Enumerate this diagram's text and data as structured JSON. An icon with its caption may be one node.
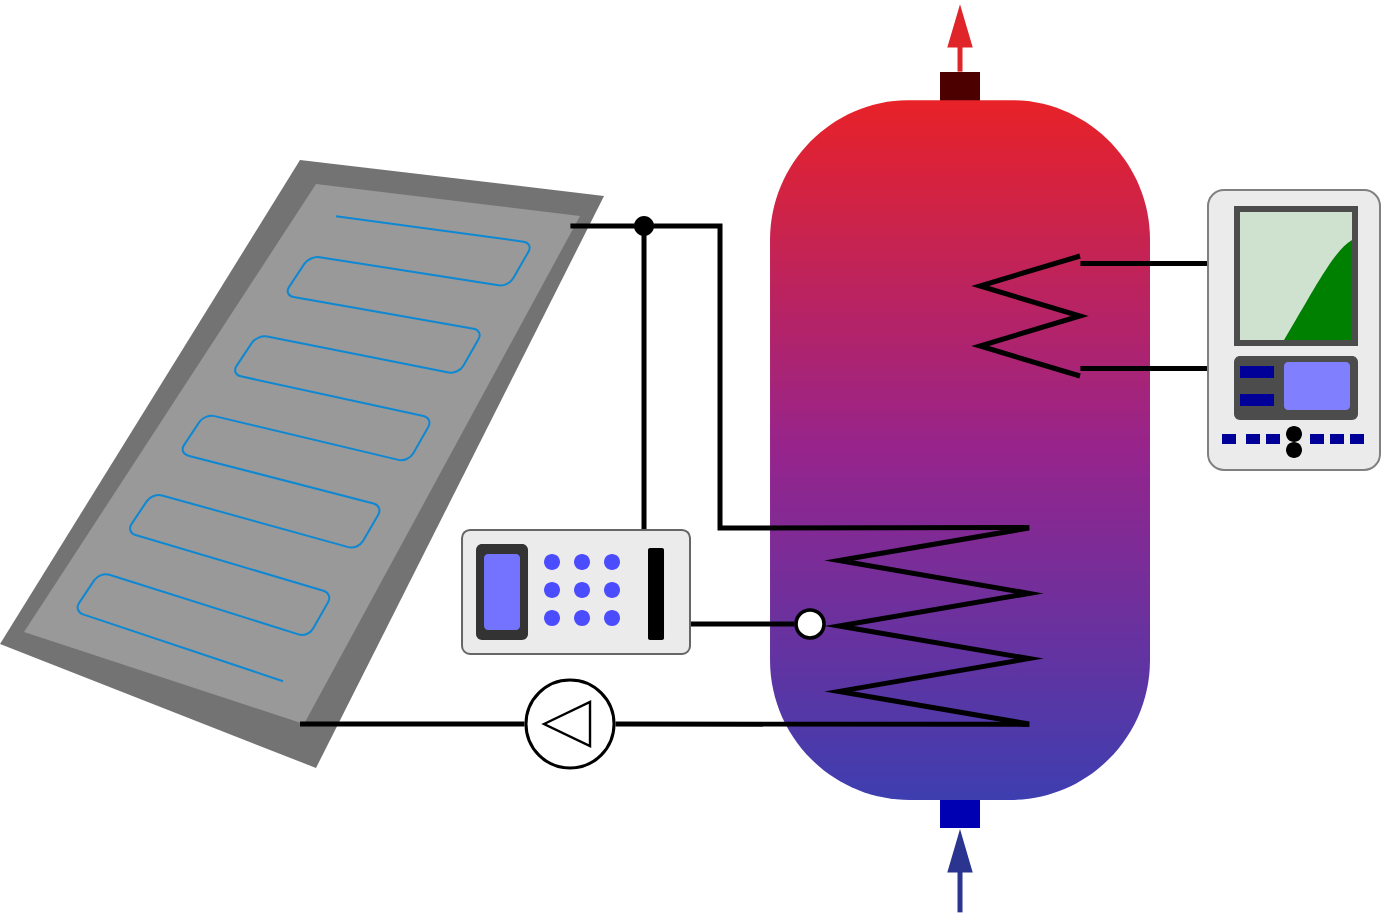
{
  "diagram": {
    "nodes": [
      {
        "text": [],
        "shape": "picture"
      },
      {
        "text": [],
        "shape": "cylinder"
      },
      {
        "text": [],
        "shape": "coil",
        "in": 1
      },
      {
        "text": [],
        "shape": "coil",
        "in": 1
      },
      {
        "text": [],
        "shape": "circle",
        "in": 1
      },
      {
        "text": [],
        "shape": "box"
      },
      {
        "text": [],
        "shape": "box"
      },
      {
        "text": [],
        "shape": "circle"
      }
    ],
    "edges": [
      {
        "from": 0,
        "to": 3,
        "arrow": "none"
      },
      {
        "from": 3,
        "to": 7,
        "arrow": "none"
      },
      {
        "from": 7,
        "to": 0,
        "arrow": "none"
      },
      {
        "from": 6,
        "to": 0,
        "arrow": "none"
      },
      {
        "from": 6,
        "to": 4,
        "arrow": "none"
      },
      {
        "from": 2,
        "to": 5,
        "arrow": "none"
      },
      {
        "from": 2,
        "to": 5,
        "arrow": "none"
      },
      {
        "from": 1,
        "to": null,
        "arrow": "to",
        "color": "#e0252a"
      },
      {
        "from": null,
        "to": 1,
        "arrow": "to",
        "color": "#2b3590"
      }
    ]
  }
}
